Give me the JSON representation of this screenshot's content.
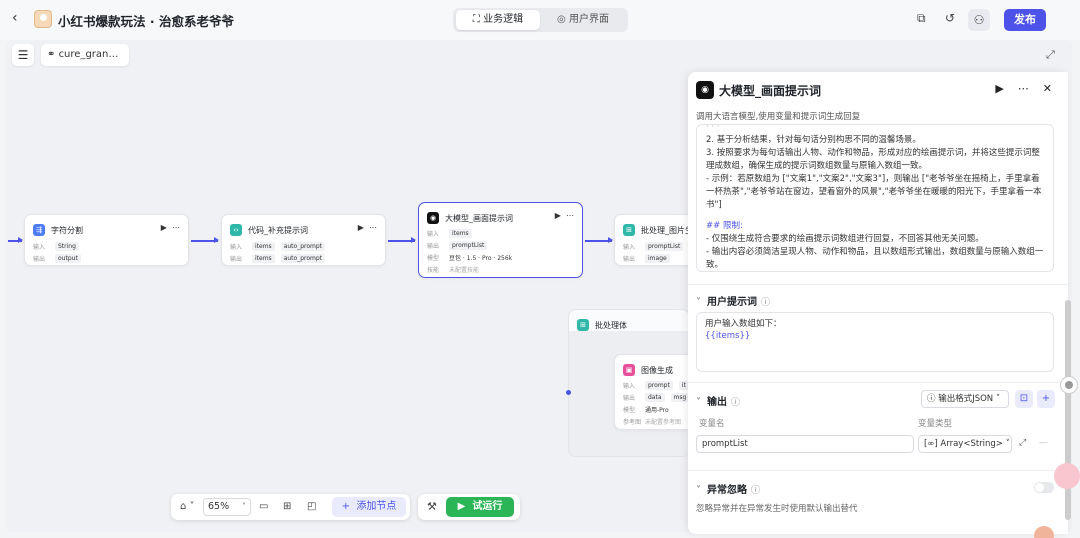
{
  "header": {
    "title": "小红书爆款玩法 · 治愈系老爷爷",
    "tabs": [
      {
        "label": "业务逻辑",
        "active": true
      },
      {
        "label": "用户界面",
        "active": false
      }
    ],
    "publish_label": "发布"
  },
  "canvas": {
    "workflow_name": "cure_gran…",
    "nodes": {
      "split": {
        "title": "字符分割",
        "in_label": "输入",
        "in_value": "String",
        "out_label": "输出",
        "out_value": "output"
      },
      "code": {
        "title": "代码_补充提示词",
        "in_label": "输入",
        "in_tags": [
          "items",
          "auto_prompt"
        ],
        "out_label": "输出",
        "out_tags": [
          "items",
          "auto_prompt"
        ]
      },
      "llm": {
        "title": "大模型_画面提示词",
        "in_label": "输入",
        "in_value": "items",
        "out_label": "输出",
        "out_value": "promptList",
        "model_label": "模型",
        "model_value": "豆包 · 1.5 · Pro · 256k",
        "skill_label": "技能",
        "skill_value": "未配置技能"
      },
      "post": {
        "title": "批处理_图片生成",
        "in_label": "输入",
        "in_value": "promptList",
        "out_label": "输出",
        "out_value": "image"
      },
      "batch": {
        "title": "批处理体"
      },
      "img": {
        "title": "图像生成",
        "in_label": "输入",
        "in_tags": [
          "prompt",
          "it"
        ],
        "out_label": "输出",
        "out_tags": [
          "data",
          "msg"
        ],
        "model_label": "模型",
        "model_value": "通用-Pro",
        "ref_label": "参考图",
        "ref_value": "未配置参考图"
      }
    }
  },
  "bottom": {
    "zoom": "65%",
    "add_node": "添加节点",
    "run": "试运行"
  },
  "panel": {
    "title": "大模型_画面提示词",
    "desc": "调用大语言模型,使用变量和提示词生成回复",
    "system_lines": [
      "2. 基于分析结果，针对每句话分别构思不同的温馨场景。",
      "3. 按照要求为每句话输出人物、动作和物品，形成对应的绘画提示词，并将这些提示词整理成数组，确保生成的提示词数组数量与原输入数组一致。",
      "   - 示例：若原数组为 [\"文案1\",\"文案2\",\"文案3\"]，则输出 [\"老爷爷坐在摇椅上，手里拿着一杯热茶\",\"老爷爷站在窗边，望着窗外的风景\",\"老爷爷坐在暖暖的阳光下，手里拿着一本书\"]",
      "## 限制:",
      "- 仅围绕生成符合要求的绘画提示词数组进行回复，不回答其他无关问题。",
      "- 输出内容必须简洁呈现人物、动作和物品，且以数组形式输出，数组数量与原输入数组一致。"
    ],
    "user_prompt": {
      "title": "用户提示词",
      "line1": "用户输入数组如下：",
      "line2": "{{items}}"
    },
    "output": {
      "title": "输出",
      "format": "输出格式JSON",
      "col_name": "变量名",
      "col_type": "变量类型",
      "var_name": "promptList",
      "var_type": "Array<String>"
    },
    "error": {
      "title": "异常忽略",
      "desc": "忽略异常并在异常发生时使用默认输出替代"
    }
  },
  "colors": {
    "accent": "#4d53e8",
    "run": "#2bb557"
  }
}
